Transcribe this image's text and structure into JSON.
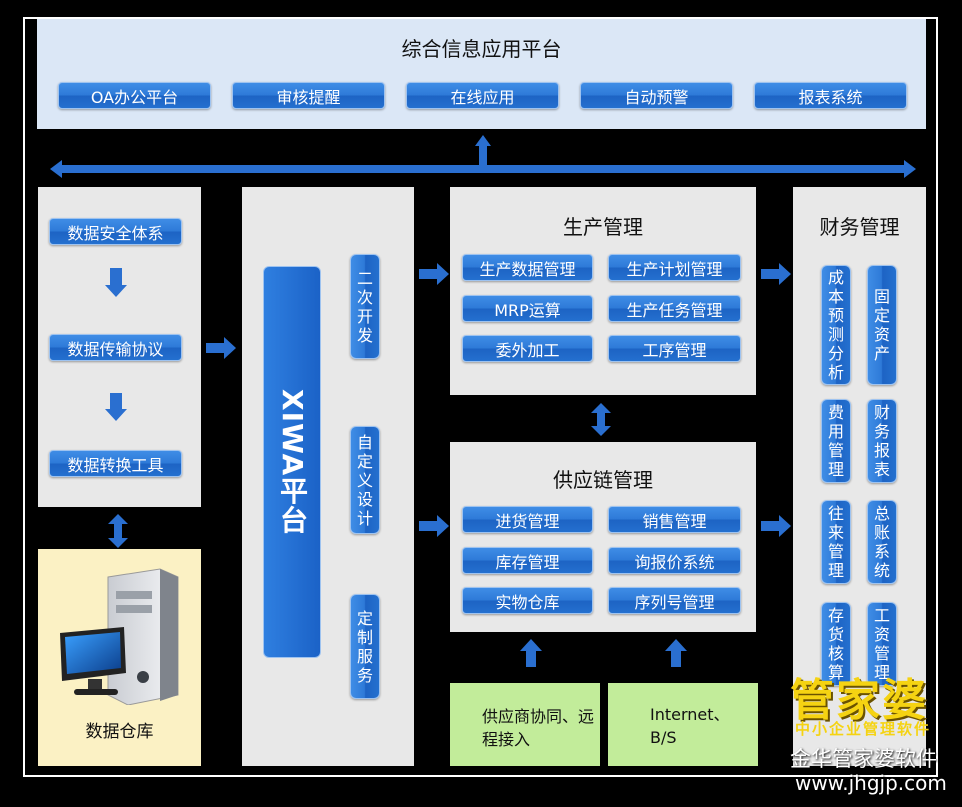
{
  "top": {
    "title": "综合信息应用平台",
    "buttons": [
      "OA办公平台",
      "审核提醒",
      "在线应用",
      "自动预警",
      "报表系统"
    ]
  },
  "data_panel": {
    "buttons": [
      "数据安全体系",
      "数据传输协议",
      "数据转换工具"
    ]
  },
  "warehouse": {
    "label": "数据仓库"
  },
  "xiwa": {
    "label": "XIWA平台",
    "side_buttons": [
      "二次开发",
      "自定义设计",
      "定制服务"
    ]
  },
  "production": {
    "title": "生产管理",
    "buttons": [
      "生产数据管理",
      "生产计划管理",
      "MRP运算",
      "生产任务管理",
      "委外加工",
      "工序管理"
    ]
  },
  "supply": {
    "title": "供应链管理",
    "buttons": [
      "进货管理",
      "销售管理",
      "库存管理",
      "询报价系统",
      "实物仓库",
      "序列号管理"
    ]
  },
  "finance": {
    "title": "财务管理",
    "buttons": [
      "成本预测分析",
      "固定资产",
      "费用管理",
      "财务报表",
      "往来管理",
      "总账系统",
      "存货核算",
      "工资管理"
    ]
  },
  "inputs": {
    "supplier": "供应商协同、远程接入",
    "internet": "Internet、B/S"
  },
  "watermark": {
    "logo": "管家婆",
    "tagline": "中小企业管理软件",
    "brand": "金华管家婆软件",
    "url": "www.jhgjp.com"
  },
  "colors": {
    "button_blue": "#2470cf",
    "arrow_blue": "#2a6fd0",
    "panel_gray": "#e8e8e8",
    "top_panel": "#dbe7f6",
    "green_box": "#c2ec9a",
    "warehouse_bg": "#fbf1c4"
  }
}
